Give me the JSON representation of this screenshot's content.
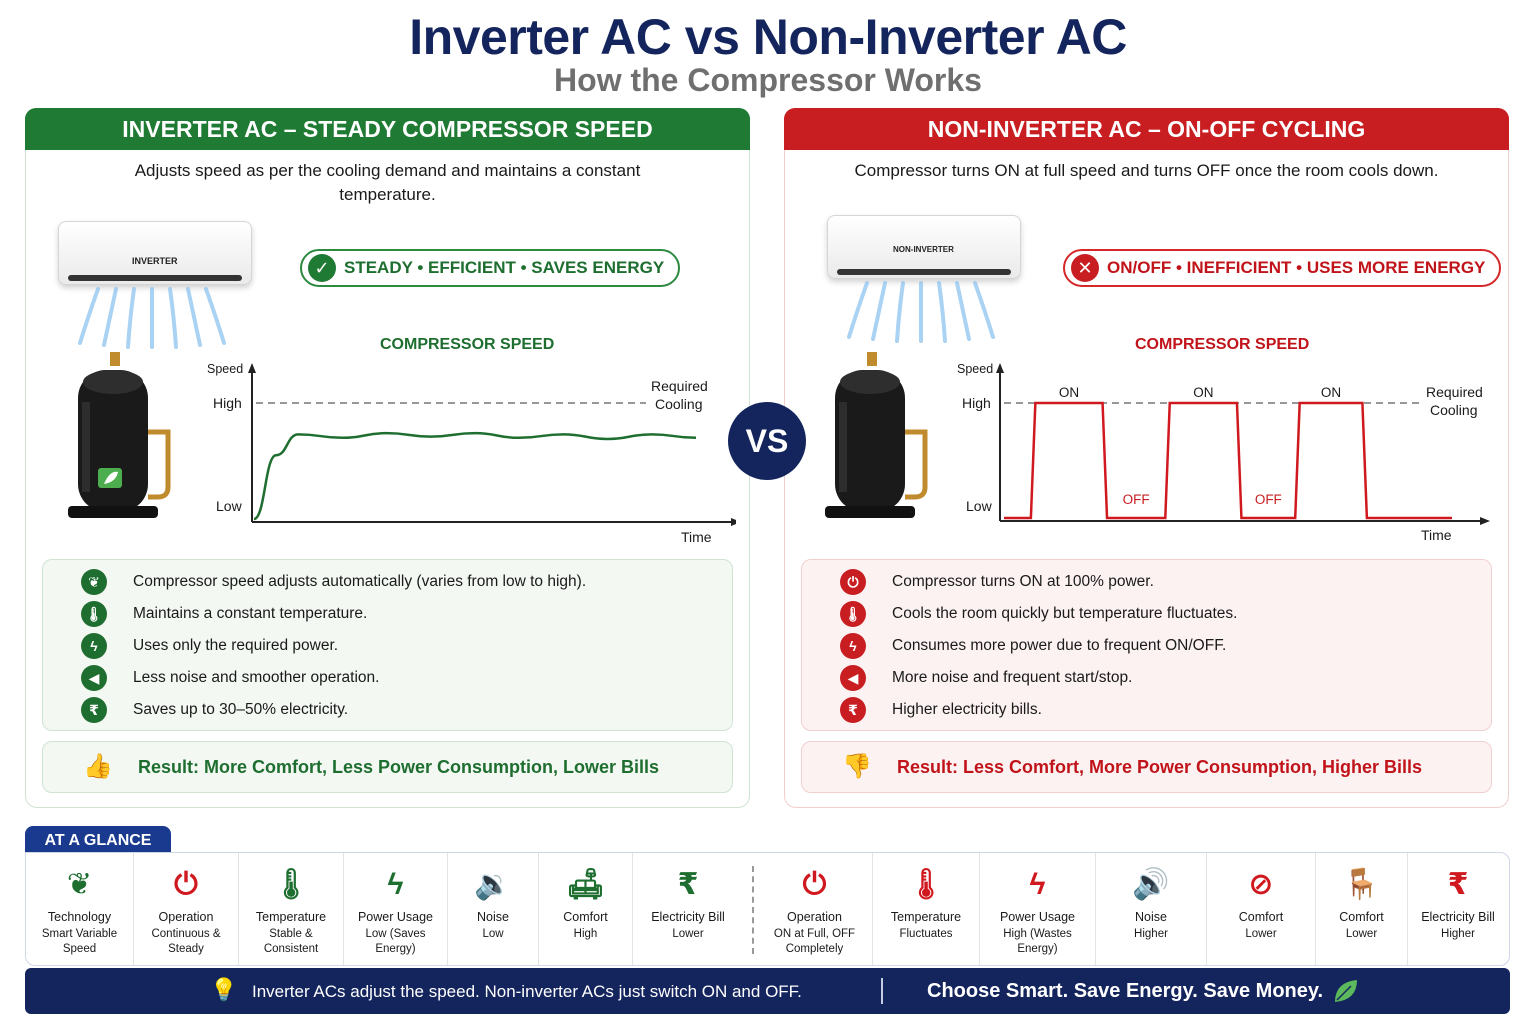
{
  "title": "Inverter AC vs Non-Inverter AC",
  "subtitle": "How the Compressor Works",
  "vs_label": "VS",
  "colors": {
    "navy": "#14255e",
    "green": "#1f7a34",
    "red": "#c81e22"
  },
  "inverter": {
    "header": "INVERTER AC – STEADY COMPRESSOR SPEED",
    "description": "Adjusts speed as per the cooling demand and maintains a constant temperature.",
    "unit_label": "INVERTER",
    "badge": "STEADY • EFFICIENT • SAVES ENERGY",
    "badge_icon": "check-icon",
    "chart_title": "COMPRESSOR SPEED",
    "features": [
      {
        "icon": "leaf-icon",
        "text": "Compressor speed adjusts automatically (varies from low to high)."
      },
      {
        "icon": "thermometer-icon",
        "text": "Maintains a constant temperature."
      },
      {
        "icon": "lightning-icon",
        "text": "Uses only the required power."
      },
      {
        "icon": "speaker-icon",
        "text": "Less noise and smoother operation."
      },
      {
        "icon": "rupee-icon",
        "text": "Saves up to 30–50% electricity."
      }
    ],
    "result_icon": "thumbs-up-icon",
    "result": "Result: More Comfort, Less Power Consumption, Lower Bills"
  },
  "noninverter": {
    "header": "NON-INVERTER AC – ON-OFF CYCLING",
    "description": "Compressor turns ON at full speed and turns OFF once the room cools down.",
    "unit_label": "NON-INVERTER",
    "badge": "ON/OFF • INEFFICIENT • USES MORE ENERGY",
    "badge_icon": "cross-icon",
    "chart_title": "COMPRESSOR SPEED",
    "features": [
      {
        "icon": "power-icon",
        "text": "Compressor turns ON at 100% power."
      },
      {
        "icon": "thermometer-icon",
        "text": "Cools the room quickly but temperature fluctuates."
      },
      {
        "icon": "lightning-icon",
        "text": "Consumes more power due to frequent ON/OFF."
      },
      {
        "icon": "speaker-icon",
        "text": "More noise and frequent start/stop."
      },
      {
        "icon": "rupee-icon",
        "text": "Higher electricity bills."
      }
    ],
    "result_icon": "thumbs-down-icon",
    "result": "Result: Less Comfort, More Power Consumption, Higher Bills"
  },
  "chart_data": [
    {
      "type": "line",
      "title": "COMPRESSOR SPEED",
      "ylabel": "Speed",
      "xlabel": "Time",
      "yticks": [
        "Low",
        "High"
      ],
      "reference_line": {
        "label": "Required Cooling",
        "value": "High"
      },
      "description": "Speed rises from Low then oscillates steadily just below High",
      "x": [
        0,
        0.05,
        0.1,
        0.2,
        0.3,
        0.4,
        0.5,
        0.6,
        0.7,
        0.8,
        0.9,
        1.0
      ],
      "y": [
        0.0,
        0.55,
        0.73,
        0.7,
        0.74,
        0.71,
        0.74,
        0.7,
        0.73,
        0.69,
        0.73,
        0.7
      ],
      "ylim": [
        0,
        1
      ]
    },
    {
      "type": "line",
      "title": "COMPRESSOR SPEED",
      "ylabel": "Speed",
      "xlabel": "Time",
      "yticks": [
        "Low",
        "High"
      ],
      "reference_line": {
        "label": "Required Cooling",
        "value": "High"
      },
      "states": [
        "ON",
        "OFF",
        "ON",
        "OFF",
        "ON"
      ],
      "x": [
        0,
        0.06,
        0.07,
        0.22,
        0.23,
        0.36,
        0.37,
        0.52,
        0.53,
        0.65,
        0.66,
        0.8,
        0.81,
        1.0
      ],
      "y": [
        0,
        0,
        1,
        1,
        0,
        0,
        1,
        1,
        0,
        0,
        1,
        1,
        0,
        0
      ],
      "ylim": [
        0,
        1
      ]
    }
  ],
  "chart_labels": {
    "speed": "Speed",
    "high": "High",
    "low": "Low",
    "time": "Time",
    "required_line1": "Required",
    "required_line2": "Cooling",
    "on": "ON",
    "off": "OFF"
  },
  "glance": {
    "tab": "AT A GLANCE",
    "inverter_items": [
      {
        "icon": "leaf-icon",
        "title": "Technology",
        "value": "Smart Variable Speed"
      },
      {
        "icon": "power-icon",
        "title": "Operation",
        "value": "Continuous & Steady"
      },
      {
        "icon": "thermometer-icon",
        "title": "Temperature",
        "value": "Stable & Consistent"
      },
      {
        "icon": "lightning-icon",
        "title": "Power Usage",
        "value": "Low (Saves Energy)"
      },
      {
        "icon": "speaker-icon",
        "title": "Noise",
        "value": "Low"
      },
      {
        "icon": "sofa-icon",
        "title": "Comfort",
        "value": "High"
      },
      {
        "icon": "rupee-icon",
        "title": "Electricity Bill",
        "value": "Lower"
      }
    ],
    "noninverter_items": [
      {
        "icon": "power-icon",
        "title": "Operation",
        "value": "ON at Full, OFF Completely"
      },
      {
        "icon": "thermometer-icon",
        "title": "Temperature",
        "value": "Fluctuates"
      },
      {
        "icon": "lightning-icon",
        "title": "Power Usage",
        "value": "High (Wastes Energy)"
      },
      {
        "icon": "speaker-icon",
        "title": "Noise",
        "value": "Higher"
      },
      {
        "icon": "discomfort-icon",
        "title": "Comfort",
        "value": "Lower"
      },
      {
        "icon": "armchair-icon",
        "title": "Comfort",
        "value": "Lower"
      },
      {
        "icon": "rupee-icon",
        "title": "Electricity Bill",
        "value": "Higher"
      }
    ]
  },
  "footer": {
    "icon": "lightbulb-icon",
    "left": "Inverter ACs adjust the speed. Non-inverter ACs just switch ON and OFF.",
    "right": "Choose Smart. Save Energy. Save Money.",
    "right_icon": "leaf-icon"
  }
}
